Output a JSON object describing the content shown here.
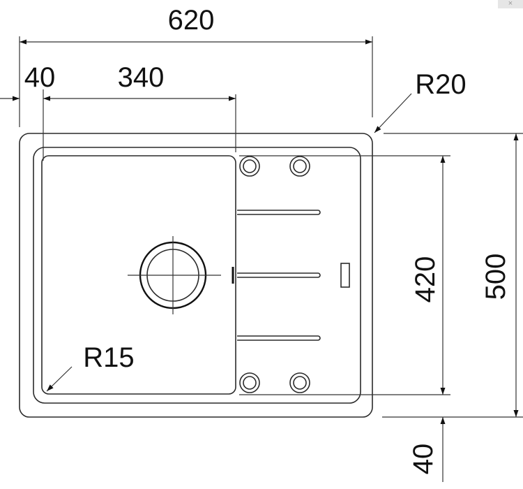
{
  "drawing": {
    "dimensions": {
      "overall_width": "620",
      "rim_left": "40",
      "bowl_width": "340",
      "corner_radius_outer": "R20",
      "corner_radius_bowl": "R15",
      "bowl_depth_length": "420",
      "overall_length": "500",
      "rim_bottom": "40"
    },
    "colors": {
      "line": "#2a2a2a",
      "background": "#ffffff"
    }
  },
  "window": {
    "close_icon": "×"
  }
}
